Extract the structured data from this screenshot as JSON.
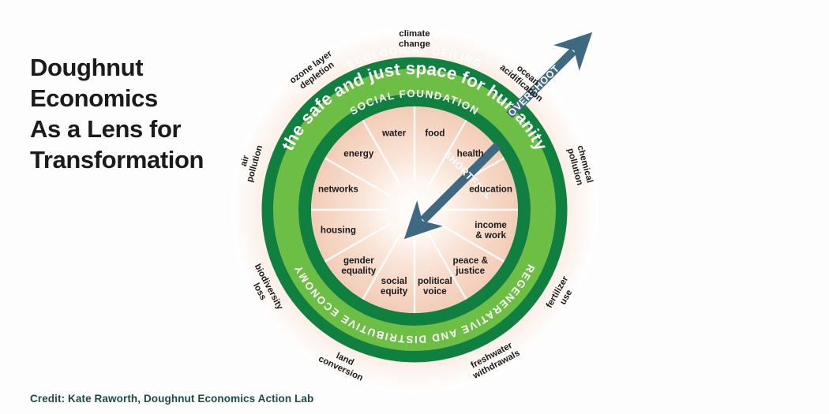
{
  "title": {
    "lines": [
      "Doughnut",
      "Economics",
      "As a Lens for",
      "Transformation"
    ]
  },
  "credit": "Credit: Kate Raworth, Doughnut Economics Action Lab",
  "diagram": {
    "bands": {
      "ecological_ceiling": "ECOLOGICAL CEILING",
      "safe_space": "the safe and just space for humanity",
      "social_foundation": "SOCIAL FOUNDATION",
      "regenerative_economy": "REGENERATIVE AND DISTRIBUTIVE ECONOMY"
    },
    "arrows": {
      "overshoot": "OVERSHOOT",
      "shortfall": "SHORTFALL"
    },
    "social_foundation_items": [
      {
        "label": "water",
        "lines": [
          "water"
        ],
        "angle": -105
      },
      {
        "label": "food",
        "lines": [
          "food"
        ],
        "angle": -75
      },
      {
        "label": "health",
        "lines": [
          "health"
        ],
        "angle": -45
      },
      {
        "label": "education",
        "lines": [
          "education"
        ],
        "angle": -15
      },
      {
        "label": "income & work",
        "lines": [
          "income",
          "& work"
        ],
        "angle": 15
      },
      {
        "label": "peace & justice",
        "lines": [
          "peace &",
          "justice"
        ],
        "angle": 45
      },
      {
        "label": "political voice",
        "lines": [
          "political",
          "voice"
        ],
        "angle": 75
      },
      {
        "label": "social equity",
        "lines": [
          "social",
          "equity"
        ],
        "angle": 105
      },
      {
        "label": "gender equality",
        "lines": [
          "gender",
          "equality"
        ],
        "angle": 135
      },
      {
        "label": "housing",
        "lines": [
          "housing"
        ],
        "angle": 165
      },
      {
        "label": "networks",
        "lines": [
          "networks"
        ],
        "angle": 195
      },
      {
        "label": "energy",
        "lines": [
          "energy"
        ],
        "angle": 225
      }
    ],
    "ecological_ceiling_items": [
      {
        "label": "climate change",
        "lines": [
          "climate",
          "change"
        ],
        "angle": -90
      },
      {
        "label": "ocean acidification",
        "lines": [
          "ocean",
          "acidification"
        ],
        "angle": -50
      },
      {
        "label": "chemical pollution",
        "lines": [
          "chemical",
          "pollution"
        ],
        "angle": -15
      },
      {
        "label": "fertilizer use",
        "lines": [
          "fertilizer",
          "use"
        ],
        "angle": 30
      },
      {
        "label": "freshwater withdrawals",
        "lines": [
          "freshwater",
          "withdrawals"
        ],
        "angle": 62
      },
      {
        "label": "land conversion",
        "lines": [
          "land",
          "conversion"
        ],
        "angle": 115
      },
      {
        "label": "biodiversity loss",
        "lines": [
          "biodiversity",
          "loss"
        ],
        "angle": 152
      },
      {
        "label": "air pollution",
        "lines": [
          "air",
          "pollution"
        ],
        "angle": 196
      },
      {
        "label": "ozone layer depletion",
        "lines": [
          "ozone layer",
          "depletion"
        ],
        "angle": 234
      }
    ],
    "colors": {
      "dark_green": "#108040",
      "light_green": "#6cbe45",
      "peach": "#f6d7c4",
      "arrow_blue": "#3d6a80",
      "text_dark": "#1a1a1a",
      "credit_color": "#1d4a46"
    }
  }
}
